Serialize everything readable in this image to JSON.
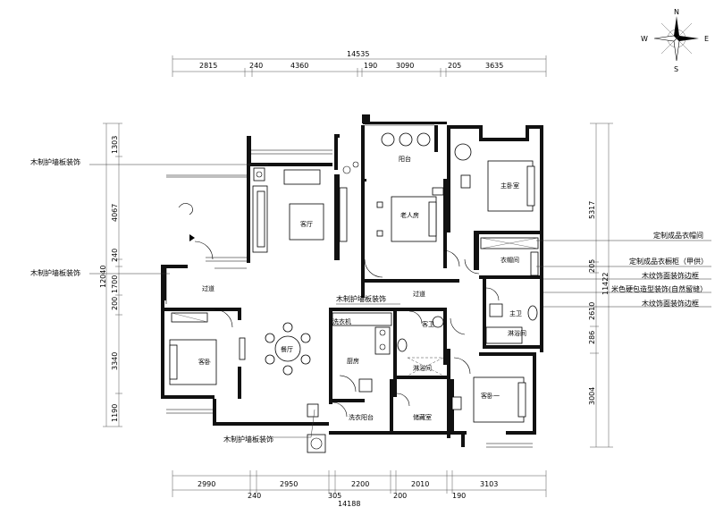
{
  "compass": {
    "n": "N",
    "s": "S",
    "e": "E",
    "w": "W"
  },
  "dims_top": {
    "total": "14535",
    "segments": [
      "2815",
      "240",
      "4360",
      "190",
      "3090",
      "205",
      "3635"
    ]
  },
  "dims_bottom": {
    "total": "14188",
    "segments_top_row": [
      "2990",
      "2950",
      "2200",
      "2010",
      "3103"
    ],
    "segments_bottom_row": [
      "240",
      "305",
      "200",
      "190"
    ]
  },
  "dims_left": {
    "total": "12040",
    "segments": [
      "1303",
      "4067",
      "240",
      "1700",
      "200",
      "3340",
      "1190"
    ]
  },
  "dims_right": {
    "total": "11422",
    "segments": [
      "5317",
      "205",
      "2610",
      "286",
      "3004"
    ]
  },
  "rooms": {
    "balcony": "阳台",
    "living": "客厅",
    "elder": "老人房",
    "master": "主卧室",
    "cloakroom": "衣帽间",
    "master_bath": "主卫",
    "shower": "淋浴间",
    "hall1": "过道",
    "hall2": "过道",
    "guest_room_left": "客卧",
    "dining": "餐厅",
    "kitchen": "厨房",
    "guest_bath": "客卫",
    "guest_room_right": "客卧一",
    "laundry_balcony": "洗衣阳台",
    "storage": "储藏室",
    "shower2": "淋浴间",
    "washer": "洗衣机"
  },
  "notes_left": [
    "木制护墙板装饰",
    "木制护墙板装饰"
  ],
  "notes_center": [
    "木制护墙板装饰"
  ],
  "notes_bottom": [
    "木制护墙板装饰"
  ],
  "notes_right": [
    "定制成品衣帽间",
    "定制成品衣橱柜（甲供）",
    "木纹饰面装饰边框",
    "米色硬包造型装饰(自然留缝）",
    "木纹饰面装饰边框"
  ]
}
